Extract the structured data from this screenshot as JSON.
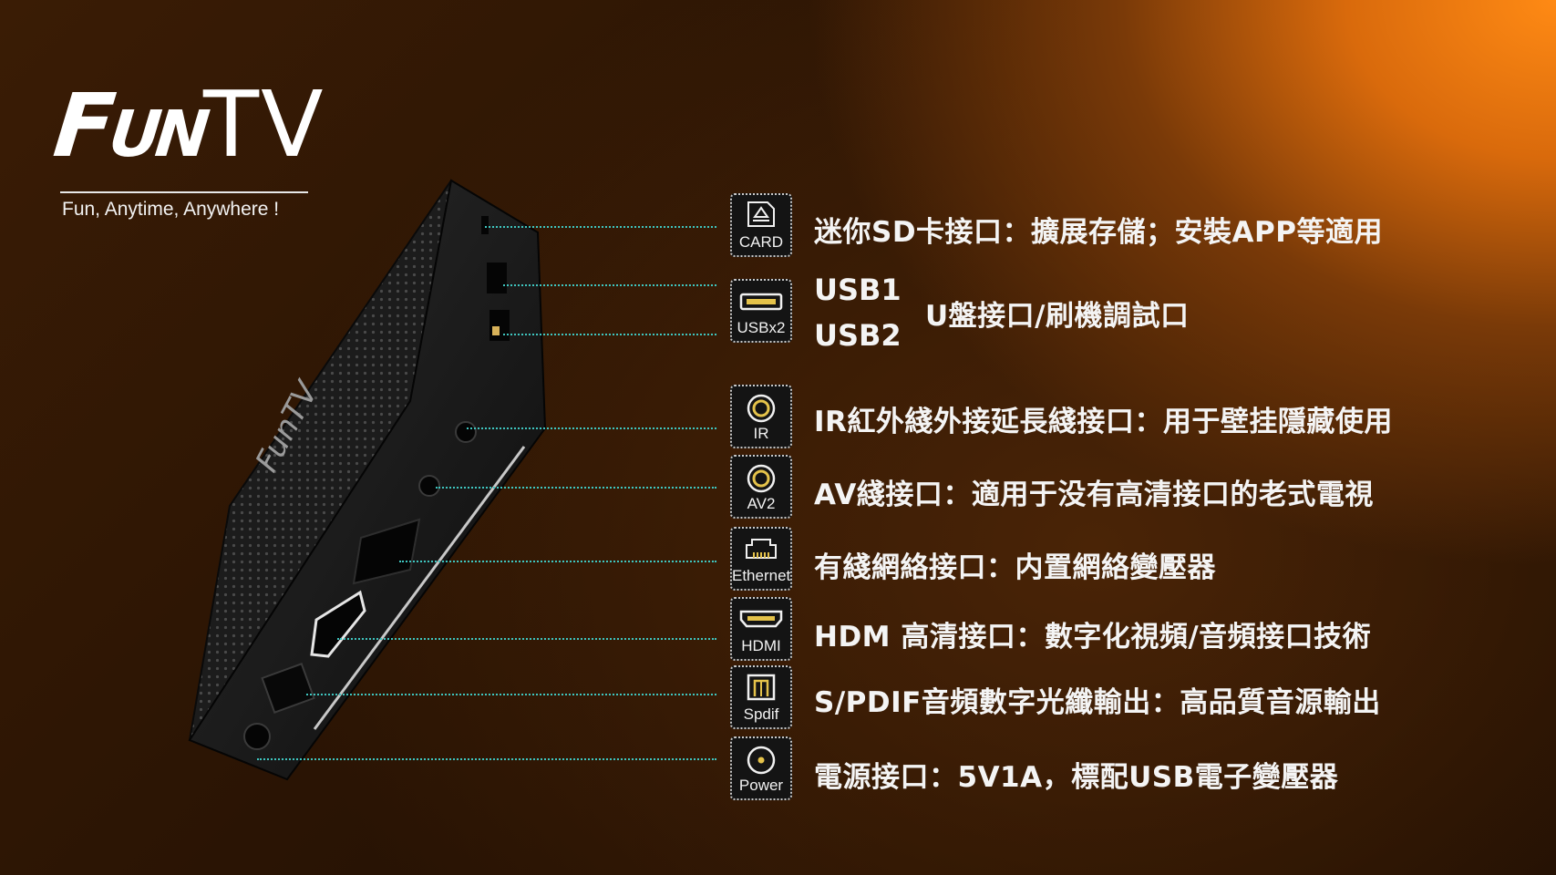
{
  "logo": {
    "brand": "FunTV",
    "tagline": "Fun, Anytime, Anywhere !"
  },
  "device": {
    "brand_print": "FunTV"
  },
  "colors": {
    "accent": "#ff8a14",
    "leader": "#3fc6c0",
    "text": "#f4f4f4"
  },
  "ports": [
    {
      "icon": "sd-card-icon",
      "label": "CARD",
      "description": "迷你SD卡接口：擴展存儲；安裝APP等適用"
    },
    {
      "icon": "usb-port-icon",
      "label": "USBx2",
      "names": [
        "USB1",
        "USB2"
      ],
      "description": "U盤接口/刷機調試口"
    },
    {
      "icon": "ir-port-icon",
      "label": "IR",
      "description": "IR紅外綫外接延長綫接口：用于壁挂隱藏使用"
    },
    {
      "icon": "av-port-icon",
      "label": "AV2",
      "description": "AV綫接口：適用于没有高清接口的老式電視"
    },
    {
      "icon": "ethernet-port-icon",
      "label": "Ethernet",
      "description": "有綫網絡接口：内置網絡變壓器"
    },
    {
      "icon": "hdmi-port-icon",
      "label": "HDMI",
      "description": "HDM 高清接口：數字化視頻/音頻接口技術"
    },
    {
      "icon": "spdif-port-icon",
      "label": "Spdif",
      "description": "S/PDIF音頻數字光纖輸出：高品質音源輸出"
    },
    {
      "icon": "power-port-icon",
      "label": "Power",
      "description": "電源接口：5V1A，標配USB電子變壓器"
    }
  ]
}
